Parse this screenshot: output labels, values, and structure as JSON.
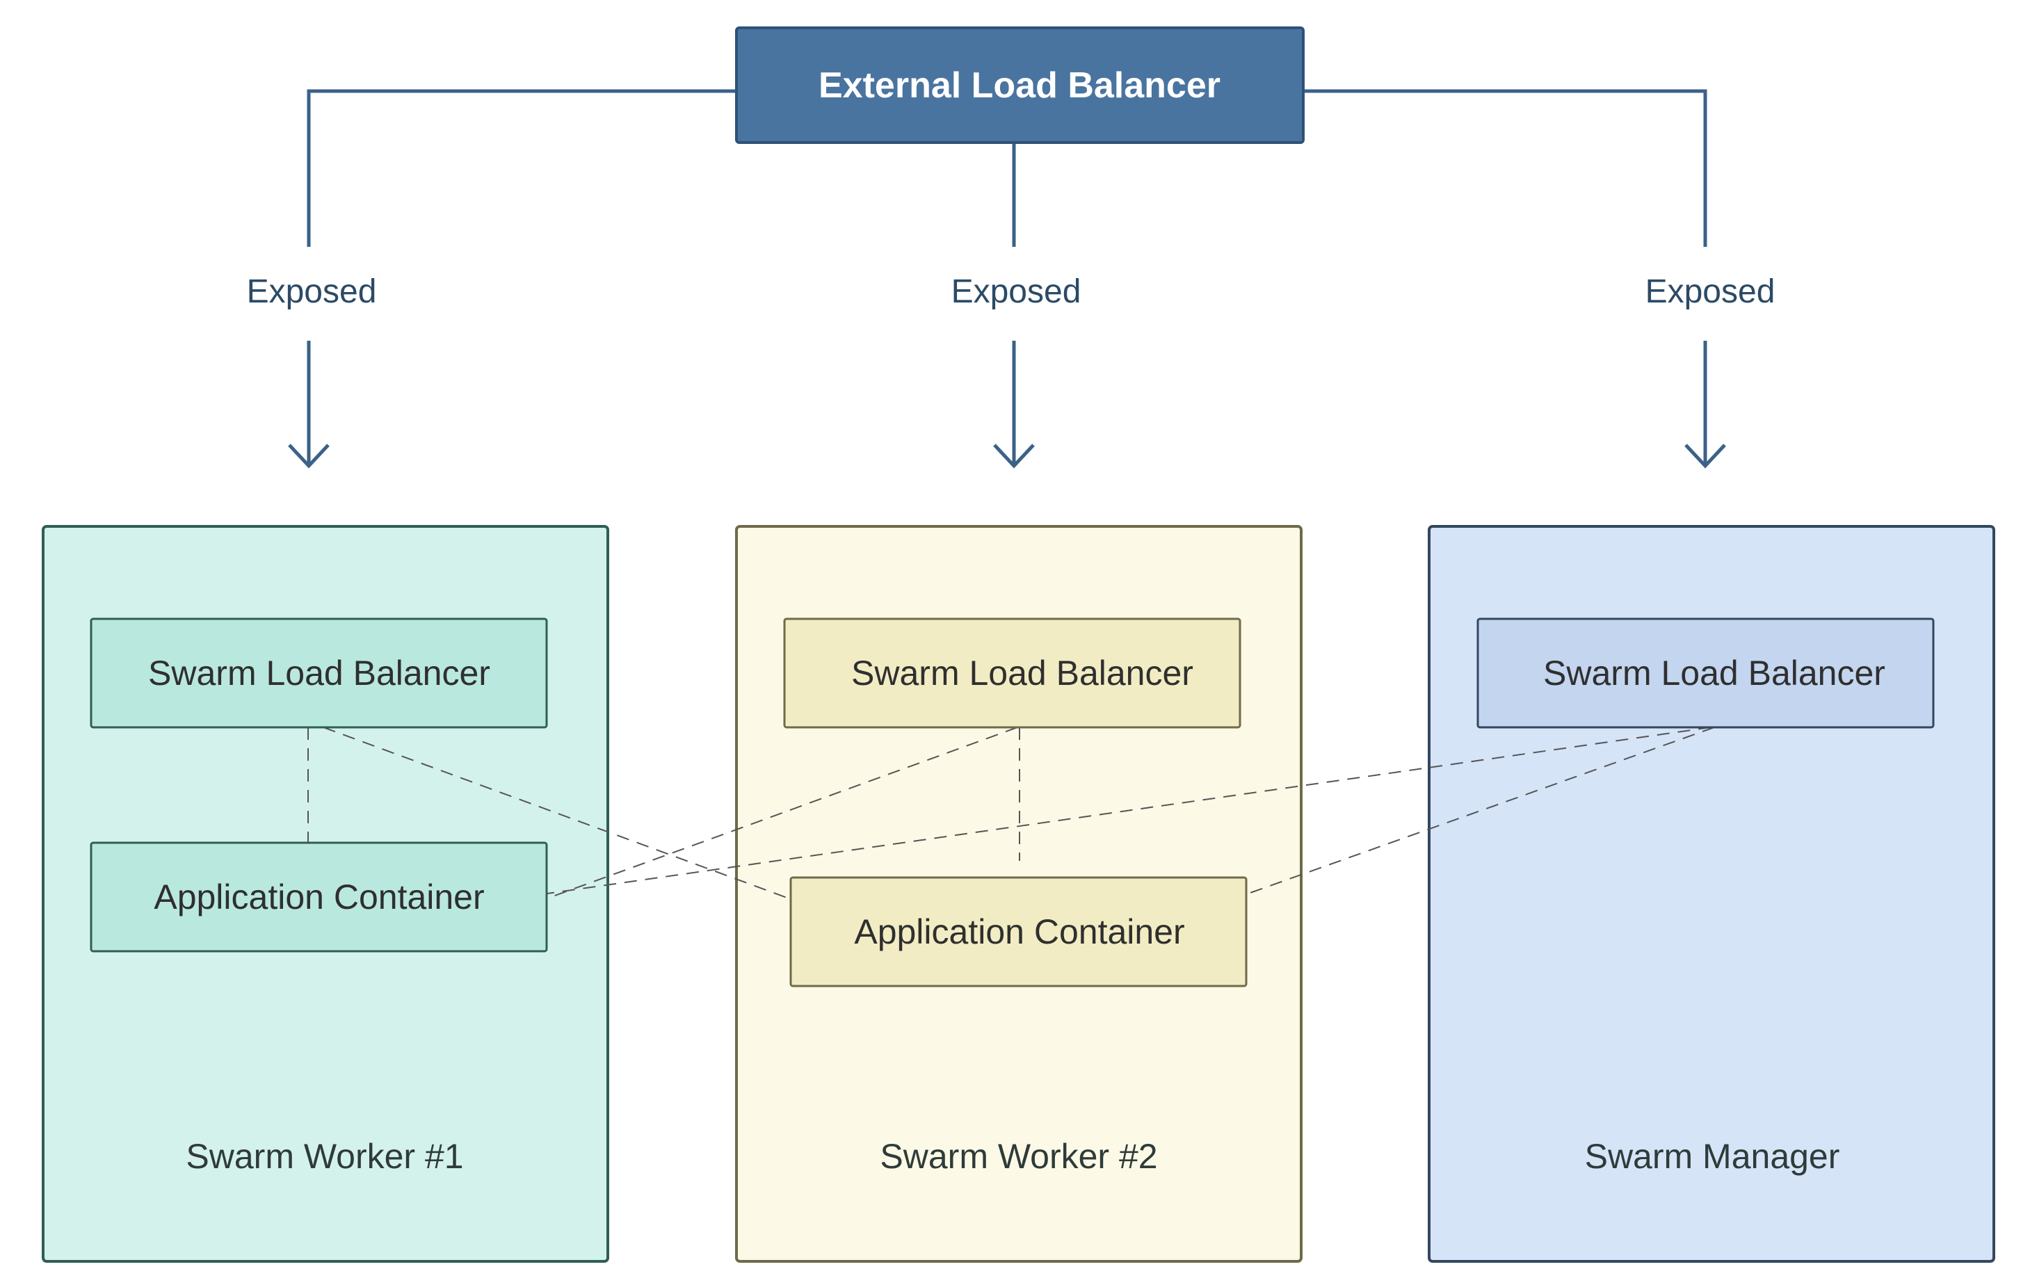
{
  "external_lb": {
    "label": "External Load Balancer"
  },
  "edges": {
    "exposed_label": "Exposed"
  },
  "clusters": [
    {
      "name": "Swarm Worker #1",
      "colors": {
        "fill": "#d4f2ec",
        "stroke": "#2f5e55",
        "node_fill": "#b9e8de",
        "node_stroke": "#2f5e55"
      },
      "nodes": {
        "lb": "Swarm Load Balancer",
        "app": "Application Container"
      }
    },
    {
      "name": "Swarm Worker #2",
      "colors": {
        "fill": "#fcfae6",
        "stroke": "#6e6a4a",
        "node_fill": "#f2ecc4",
        "node_stroke": "#6e6a4a"
      },
      "nodes": {
        "lb": "Swarm Load Balancer",
        "app": "Application Container"
      }
    },
    {
      "name": "Swarm Manager",
      "colors": {
        "fill": "#d6e4f8",
        "stroke": "#33475e",
        "node_fill": "#c3d5ef",
        "node_stroke": "#33475e"
      },
      "nodes": {
        "lb": "Swarm Load Balancer"
      }
    }
  ],
  "colors": {
    "ext_fill": "#4a74a0",
    "ext_stroke": "#2e5278",
    "edge": "#3b6288",
    "dashed": "#555555"
  }
}
